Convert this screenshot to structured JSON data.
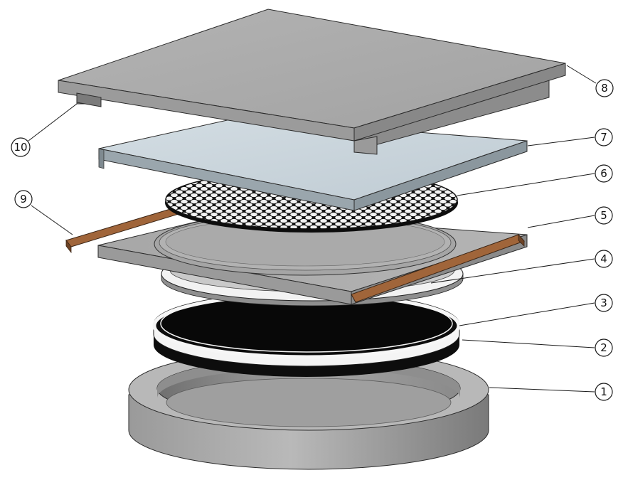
{
  "diagram": {
    "type": "exploded-assembly",
    "callouts": [
      {
        "id": "1",
        "label": "1"
      },
      {
        "id": "2",
        "label": "2"
      },
      {
        "id": "3",
        "label": "3"
      },
      {
        "id": "4",
        "label": "4"
      },
      {
        "id": "5",
        "label": "5"
      },
      {
        "id": "6",
        "label": "6"
      },
      {
        "id": "7",
        "label": "7"
      },
      {
        "id": "8",
        "label": "8"
      },
      {
        "id": "9",
        "label": "9"
      },
      {
        "id": "10",
        "label": "10"
      }
    ],
    "colors": {
      "steel": "#a9a9a9",
      "steel_dark": "#7f7f7f",
      "steel_light": "#bdbdbd",
      "plate_light": "#c8d3da",
      "rubber": "#0d0d0d",
      "white_ring": "#f4f4f4",
      "copper_strip": "#a0653a",
      "line": "#1a1a1a"
    }
  }
}
